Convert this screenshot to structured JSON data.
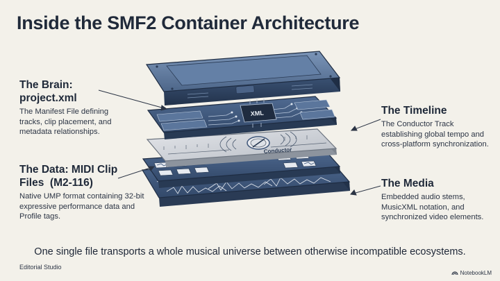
{
  "title": "Inside the SMF2 Container Architecture",
  "callouts": {
    "brain": {
      "heading_line1": "The Brain:",
      "heading_line2": "project.xml",
      "description": "The Manifest File defining tracks, clip placement, and metadata relationships."
    },
    "data": {
      "heading_line1": "The Data: MIDI Clip",
      "heading_line2": "Files  (M2-116)",
      "description": "Native UMP format containing 32-bit expressive performance data and Profile tags."
    },
    "timeline": {
      "heading": "The Timeline",
      "description": "The Conductor Track establishing global tempo and cross-platform synchronization."
    },
    "media": {
      "heading": "The Media",
      "description": "Embedded audio stems, MusicXML notation, and synchronized video elements."
    }
  },
  "layers": {
    "xml_chip_label": "XML",
    "conductor_label": "Conductor"
  },
  "footer": {
    "statement": "One single file transports a whole musical universe between otherwise incompatible ecosystems.",
    "studio": "Editorial Studio",
    "brand": "NotebookLM"
  },
  "colors": {
    "navy": "#3e5679",
    "navy_dark": "#25364f",
    "steel": "#6f89ad",
    "silver": "#c9cdd3",
    "background": "#f3f1ea"
  }
}
